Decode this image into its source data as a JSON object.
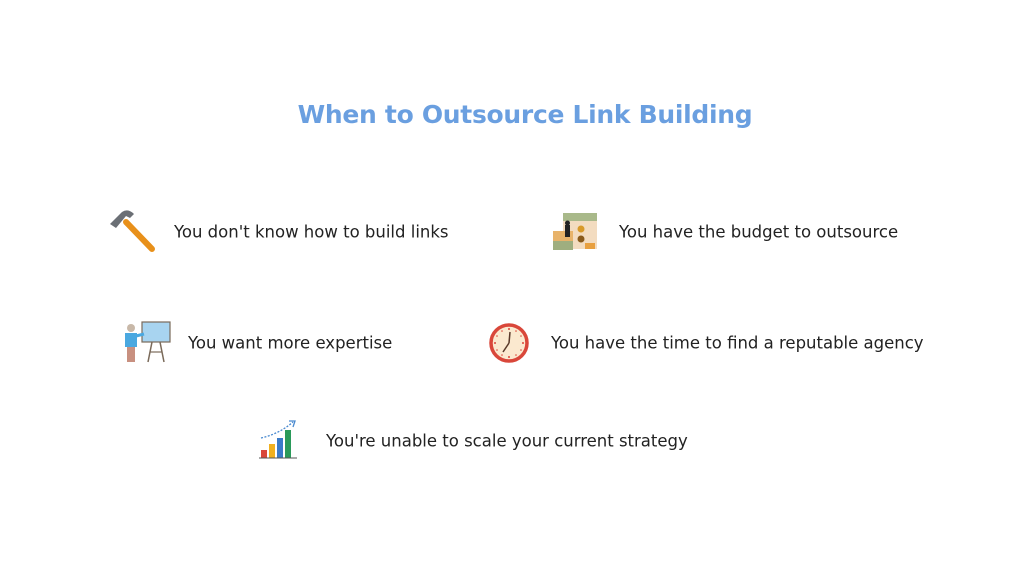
{
  "title": "When to Outsource Link Building",
  "colors": {
    "title": "#6a9fe0",
    "text": "#222222"
  },
  "items": [
    {
      "label": "You don't know how to build links",
      "icon": "hammer-icon"
    },
    {
      "label": "You have the budget to outsource",
      "icon": "budget-icon"
    },
    {
      "label": "You want more expertise",
      "icon": "presentation-icon"
    },
    {
      "label": "You have the time to find a reputable agency",
      "icon": "clock-icon"
    },
    {
      "label": "You're unable to scale your current strategy",
      "icon": "growth-chart-icon"
    }
  ]
}
